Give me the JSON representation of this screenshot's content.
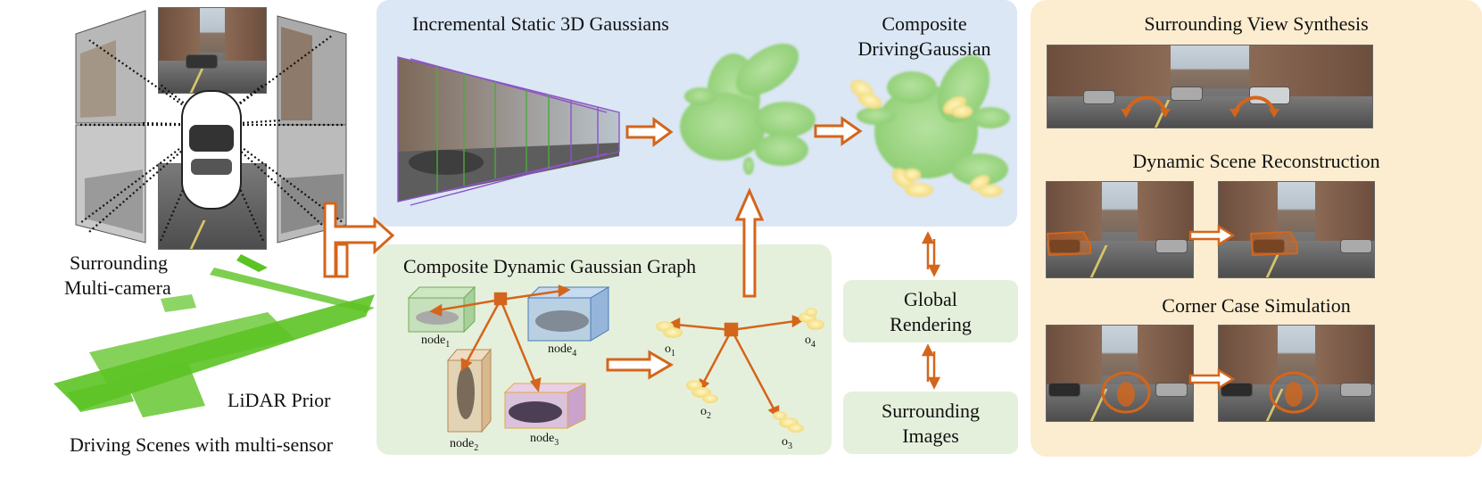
{
  "left": {
    "camera_label_1": "Surrounding",
    "camera_label_2": "Multi-camera",
    "lidar_label": "LiDAR Prior",
    "bottom_caption": "Driving Scenes with multi-sensor"
  },
  "static_panel": {
    "title": "Incremental Static 3D Gaussians",
    "composite_title_1": "Composite",
    "composite_title_2": "DrivingGaussian"
  },
  "graph_panel": {
    "title": "Composite Dynamic Gaussian Graph",
    "nodes": [
      "node",
      "node",
      "node",
      "node"
    ],
    "node_subs": [
      "1",
      "2",
      "3",
      "4"
    ],
    "objects": [
      "o",
      "o",
      "o",
      "o"
    ],
    "object_subs": [
      "1",
      "2",
      "3",
      "4"
    ]
  },
  "render": {
    "global_1": "Global",
    "global_2": "Rendering",
    "images_1": "Surrounding",
    "images_2": "Images"
  },
  "right_panel": {
    "title_1": "Surrounding View Synthesis",
    "title_2": "Dynamic Scene Reconstruction",
    "title_3": "Corner Case Simulation"
  },
  "colors": {
    "blue_panel": "#dbe7f5",
    "green_panel": "#e5f0dc",
    "yellow_panel": "#fcedd0",
    "arrow": "#d4651b",
    "gaussian_green": "#8fce74",
    "gaussian_yellow": "#f6e08a"
  }
}
